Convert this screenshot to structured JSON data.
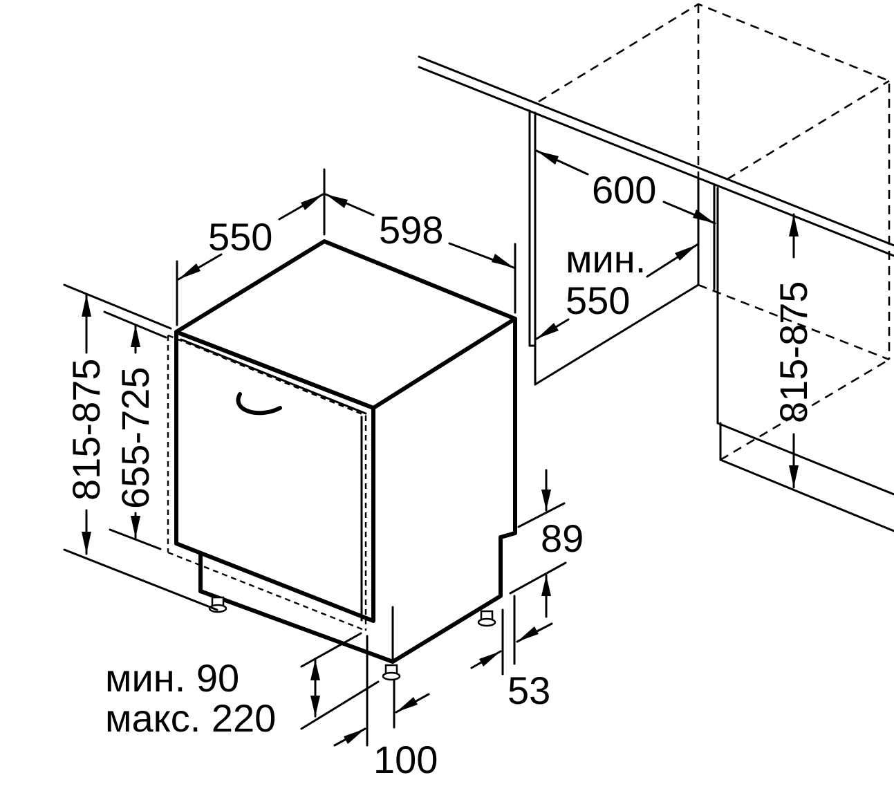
{
  "dimensions": {
    "depth": "550",
    "width": "598",
    "niche_width": "600",
    "niche_depth_line1": "мин.",
    "niche_depth_line2": "550",
    "height_total": "815-875",
    "height_door": "655-725",
    "niche_height": "815-875",
    "plinth_top": "89",
    "plinth_side": "53",
    "plinth_line1": "мин. 90",
    "plinth_line2": "макс. 220",
    "foot_offset": "100"
  },
  "colors": {
    "line": "#000000",
    "background": "#ffffff"
  }
}
